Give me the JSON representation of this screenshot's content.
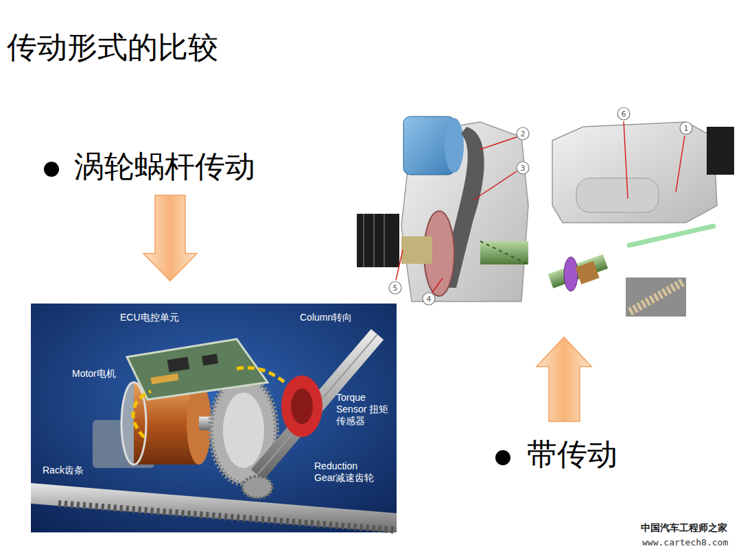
{
  "diagram": {
    "title": "传动形式的比较",
    "nodes": [
      {
        "text": [
          "ECU电控单元",
          "Column转向",
          "Motor电机",
          "Torque Sensor 扭矩传感器",
          "Reduction Gear减速齿轮",
          "Rack齿条"
        ]
      }
    ],
    "labels": [
      "涡轮蜗杆传动",
      "带传动",
      "2",
      "3",
      "6",
      "1",
      "5",
      "4",
      "中国汽车工程师之家",
      "www.cartech8.com"
    ]
  }
}
